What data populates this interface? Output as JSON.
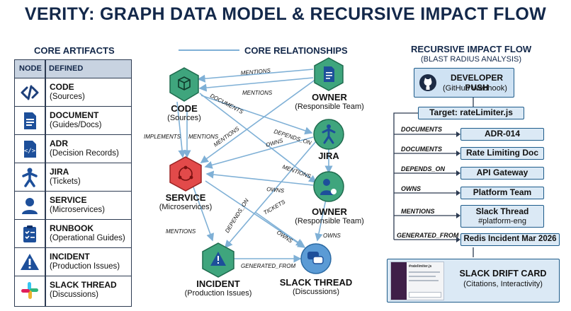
{
  "title": "VERITY: GRAPH DATA MODEL & RECURSIVE IMPACT FLOW",
  "artifacts": {
    "heading": "CORE ARTIFACTS",
    "col_node": "NODE",
    "col_defined": "DEFINED",
    "rows": [
      {
        "name": "CODE",
        "desc": "(Sources)",
        "icon": "code-icon"
      },
      {
        "name": "DOCUMENT",
        "desc": "(Guides/Docs)",
        "icon": "document-icon"
      },
      {
        "name": "ADR",
        "desc": "(Decision Records)",
        "icon": "adr-file-icon"
      },
      {
        "name": "JIRA",
        "desc": "(Tickets)",
        "icon": "jira-icon"
      },
      {
        "name": "SERVICE",
        "desc": "(Microservices)",
        "icon": "person-icon"
      },
      {
        "name": "RUNBOOK",
        "desc": "(Operational Guides)",
        "icon": "clipboard-icon"
      },
      {
        "name": "INCIDENT",
        "desc": "(Production Issues)",
        "icon": "warning-icon"
      },
      {
        "name": "SLACK THREAD",
        "desc": "(Discussions)",
        "icon": "slack-icon"
      }
    ]
  },
  "relationships": {
    "heading": "CORE RELATIONSHIPS",
    "nodes": {
      "code": {
        "name": "CODE",
        "desc": "(Sources)"
      },
      "owner_top": {
        "name": "OWNER",
        "desc": "(Responsible Team)"
      },
      "jira": {
        "name": "JIRA",
        "desc": ""
      },
      "service": {
        "name": "SERVICE",
        "desc": "(Microservices)"
      },
      "owner_mid": {
        "name": "OWNER",
        "desc": "(Responsible Team)"
      },
      "incident": {
        "name": "INCIDENT",
        "desc": "(Production Issues)"
      },
      "slack": {
        "name": "SLACK THREAD",
        "desc": "(Discussions)"
      }
    },
    "edges": {
      "mentions_1": "MENTIONS",
      "mentions_2": "MENTIONS",
      "documents": "DOCUMENTS",
      "depends_on_1": "DEPENDS_ON",
      "implements": "IMPLEMENTS",
      "mentions_3": "MENTIONS",
      "mentions_4": "MENTIONS",
      "owns_1": "OWNS",
      "mentions_5": "MENTIONS",
      "owns_2": "OWNS",
      "depends_on_2": "DEPENDS_ON",
      "tickets": "TICKETS",
      "owns_3": "OWNS",
      "owns_4": "OWNS",
      "mentions_6": "MENTIONS",
      "generated_from": "GENERATED_FROM"
    }
  },
  "impact": {
    "heading": "RECURSIVE IMPACT FLOW",
    "subheading": "(BLAST RADIUS ANALYSIS)",
    "push_title": "DEVELOPER PUSH",
    "push_sub": "(GitHub Webhook)",
    "target": "Target: rateLimiter.js",
    "items": [
      {
        "rel": "DOCUMENTS",
        "box": "ADR-014",
        "box2": ""
      },
      {
        "rel": "DOCUMENTS",
        "box": "Rate Limiting Doc",
        "box2": ""
      },
      {
        "rel": "DEPENDS_ON",
        "box": "API Gateway",
        "box2": ""
      },
      {
        "rel": "OWNS",
        "box": "Platform Team",
        "box2": ""
      },
      {
        "rel": "MENTIONS",
        "box": "Slack Thread",
        "box2": "#platform-eng"
      },
      {
        "rel": "GENERATED_FROM",
        "box": "Redis Incident Mar 2026",
        "box2": ""
      }
    ],
    "card_title": "SLACK DRIFT CARD",
    "card_sub": "(Citations, Interactivity)",
    "card_mock_channel": "#ratelimiter.js"
  },
  "colors": {
    "navy": "#13284a",
    "green_node": "#3fa57d",
    "red_node": "#e24a4a",
    "blue_node": "#5b9bd5",
    "edge": "#7fb0d6"
  }
}
